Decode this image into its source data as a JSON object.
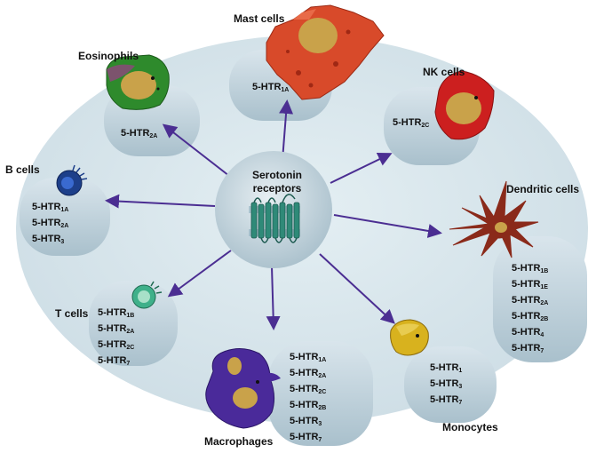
{
  "center": {
    "line1": "Serotonin",
    "line2": "receptors"
  },
  "cells": [
    {
      "key": "mast",
      "name": "Mast cells",
      "receptors": [
        [
          "5-HTR",
          "1A"
        ]
      ]
    },
    {
      "key": "eosinophils",
      "name": "Eosinophils",
      "receptors": [
        [
          "5-HTR",
          "2A"
        ]
      ]
    },
    {
      "key": "nk",
      "name": "NK cells",
      "receptors": [
        [
          "5-HTR",
          "2C"
        ]
      ]
    },
    {
      "key": "bcells",
      "name": "B cells",
      "receptors": [
        [
          "5-HTR",
          "1A"
        ],
        [
          "5-HTR",
          "2A"
        ],
        [
          "5-HTR",
          "3"
        ]
      ]
    },
    {
      "key": "dendritic",
      "name": "Dendritic cells",
      "receptors": [
        [
          "5-HTR",
          "1B"
        ],
        [
          "5-HTR",
          "1E"
        ],
        [
          "5-HTR",
          "2A"
        ],
        [
          "5-HTR",
          "2B"
        ],
        [
          "5-HTR",
          "4"
        ],
        [
          "5-HTR",
          "7"
        ]
      ]
    },
    {
      "key": "tcells",
      "name": "T cells",
      "receptors": [
        [
          "5-HTR",
          "1B"
        ],
        [
          "5-HTR",
          "2A"
        ],
        [
          "5-HTR",
          "2C"
        ],
        [
          "5-HTR",
          "7"
        ]
      ]
    },
    {
      "key": "macrophages",
      "name": "Macrophages",
      "receptors": [
        [
          "5-HTR",
          "1A"
        ],
        [
          "5-HTR",
          "2A"
        ],
        [
          "5-HTR",
          "2C"
        ],
        [
          "5-HTR",
          "2B"
        ],
        [
          "5-HTR",
          "3"
        ],
        [
          "5-HTR",
          "7"
        ]
      ]
    },
    {
      "key": "monocytes",
      "name": "Monocytes",
      "receptors": [
        [
          "5-HTR",
          "1"
        ],
        [
          "5-HTR",
          "3"
        ],
        [
          "5-HTR",
          "7"
        ]
      ]
    }
  ],
  "colors": {
    "background_ellipse": "#d5e4ea",
    "bubble": "#bccfd9",
    "arrow": "#4b2e92",
    "mast": "#d84a2a",
    "eosinophils": "#2e8a2c",
    "nk": "#cc1f1f",
    "bcells": "#1d3f8a",
    "dendritic": "#8a2a1a",
    "tcells": "#3fb08a",
    "macrophages": "#4a2a9a",
    "monocytes": "#d8b21e",
    "nucleus": "#c9a24a"
  },
  "icons": {
    "center": "receptor-helix-icon",
    "mast": "mast-cell-icon",
    "eosinophils": "eosinophil-icon",
    "nk": "nk-cell-icon",
    "bcells": "b-cell-icon",
    "dendritic": "dendritic-cell-icon",
    "tcells": "t-cell-icon",
    "macrophages": "macrophage-icon",
    "monocytes": "monocyte-icon"
  }
}
